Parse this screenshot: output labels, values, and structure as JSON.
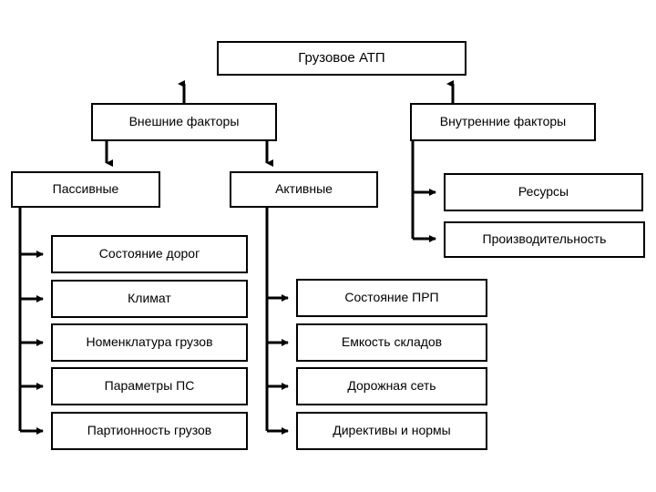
{
  "diagram": {
    "title": "Грузовое АТП",
    "root": {
      "label": "Грузовое АТП"
    },
    "branches": {
      "external": {
        "label": "Внешние факторы"
      },
      "internal": {
        "label": "Внутренние факторы"
      }
    },
    "subbranches": {
      "passive": {
        "label": "Пассивные"
      },
      "active": {
        "label": "Активные"
      }
    },
    "internal_items": [
      {
        "label": "Ресурсы"
      },
      {
        "label": "Производительность"
      }
    ],
    "passive_items": [
      {
        "label": "Состояние дорог"
      },
      {
        "label": "Климат"
      },
      {
        "label": "Номенклатура грузов"
      },
      {
        "label": "Параметры ПС"
      },
      {
        "label": "Партионность грузов"
      }
    ],
    "active_items": [
      {
        "label": "Состояние ПРП"
      },
      {
        "label": "Емкость складов"
      },
      {
        "label": "Дорожная сеть"
      },
      {
        "label": "Директивы и нормы"
      }
    ],
    "colors": {
      "line": "#000000",
      "box_fill": "#ffffff",
      "text": "#000000",
      "background": "#ffffff"
    }
  }
}
